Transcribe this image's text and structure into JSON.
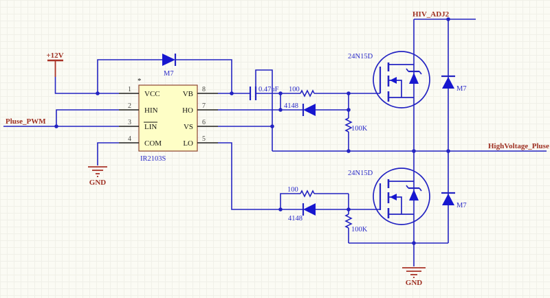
{
  "labels": {
    "power_12v": "+12V",
    "pwm": "Pluse_PWM",
    "hv_adj": "HIV_ADJ2",
    "hv_out": "HighVoltage_Pluse",
    "gnd_left": "GND",
    "gnd_bottom": "GND"
  },
  "ic": {
    "part": "IR2103S",
    "marker": "*",
    "pins_left": [
      {
        "num": "1",
        "name": "VCC"
      },
      {
        "num": "2",
        "name": "HIN"
      },
      {
        "num": "3",
        "name": "LIN"
      },
      {
        "num": "4",
        "name": "COM"
      }
    ],
    "pins_right": [
      {
        "num": "8",
        "name": "VB"
      },
      {
        "num": "7",
        "name": "HO"
      },
      {
        "num": "6",
        "name": "VS"
      },
      {
        "num": "5",
        "name": "LO"
      }
    ]
  },
  "components": {
    "bootstrap_diode": {
      "label": "M7"
    },
    "bootstrap_cap": {
      "value": "0.47uF"
    },
    "high_side": {
      "gate_resistor": "100",
      "gate_diode": "4148",
      "pulldown": "100K",
      "mosfet": "24N15D",
      "clamp_diode": "M7"
    },
    "low_side": {
      "gate_resistor": "100",
      "gate_diode": "4148",
      "pulldown": "100K",
      "mosfet": "24N15D",
      "clamp_diode": "M7"
    }
  },
  "colors": {
    "wire": "#2323c2",
    "component_label": "#2a2ac8",
    "net_label": "#9e2f21",
    "power_symbol": "#a93226",
    "ic_fill": "#fefec6",
    "ic_border": "#8e4430",
    "background": "#fbfbf4"
  }
}
